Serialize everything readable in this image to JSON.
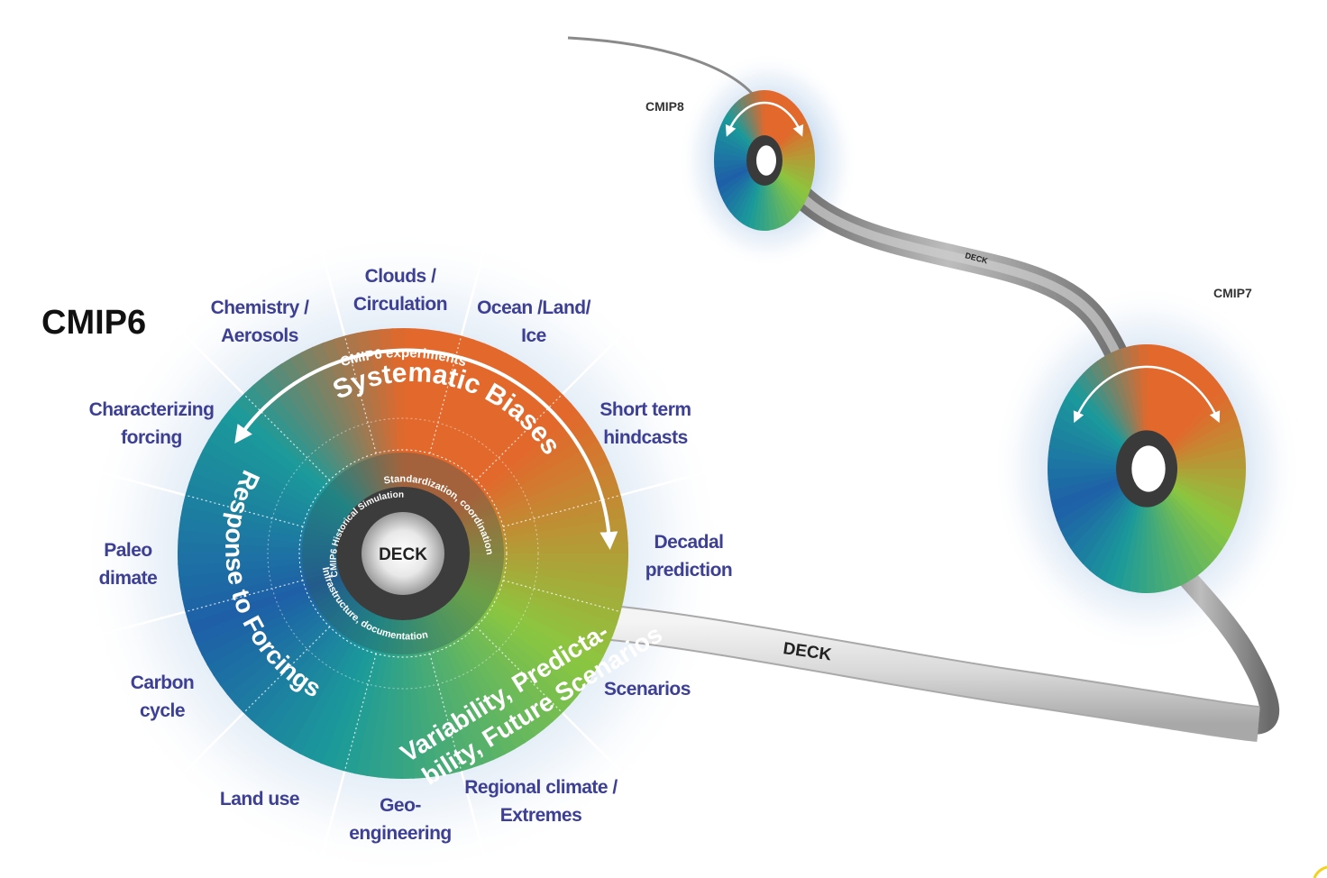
{
  "titles": {
    "cmip6": "CMIP6",
    "cmip7": "CMIP7",
    "cmip8": "CMIP8"
  },
  "center": {
    "deck": "DECK",
    "historical": "CMIP6 Historical Simulation"
  },
  "ring_labels": {
    "experiments": "CMIP6 experiments",
    "standardization": "Standardization, coordination",
    "infrastructure": "Infrastructure, documentation",
    "systematic_biases": "Systematic Biases",
    "response": "Response to Forcings",
    "variability_line1": "Variability, Predicta-",
    "variability_line2": "bility, Future Scenarios"
  },
  "themes": [
    {
      "id": "clouds",
      "lines": [
        "Clouds /",
        "Circulation"
      ]
    },
    {
      "id": "ocean",
      "lines": [
        "Ocean /Land/",
        "Ice"
      ]
    },
    {
      "id": "short-term",
      "lines": [
        "Short term",
        "hindcasts"
      ]
    },
    {
      "id": "decadal",
      "lines": [
        "Decadal",
        "prediction"
      ]
    },
    {
      "id": "scenarios",
      "lines": [
        "Scenarios"
      ]
    },
    {
      "id": "regional",
      "lines": [
        "Regional climate /",
        "Extremes"
      ]
    },
    {
      "id": "geo",
      "lines": [
        "Geo-",
        "engineering"
      ]
    },
    {
      "id": "land-use",
      "lines": [
        "Land use"
      ]
    },
    {
      "id": "carbon",
      "lines": [
        "Carbon",
        "cycle"
      ]
    },
    {
      "id": "paleo",
      "lines": [
        "Paleo",
        "dimate"
      ]
    },
    {
      "id": "characterizing",
      "lines": [
        "Characterizing",
        "forcing"
      ]
    },
    {
      "id": "chemistry",
      "lines": [
        "Chemistry /",
        "Aerosols"
      ]
    }
  ],
  "ribbon": {
    "label_main": "DECK",
    "label_upper": "DECK"
  },
  "colors": {
    "theme_text": "#3c3f94",
    "orange": "#e2682c",
    "teal": "#1b9a9a",
    "blue": "#1e5fa8",
    "green": "#8cc63f"
  }
}
